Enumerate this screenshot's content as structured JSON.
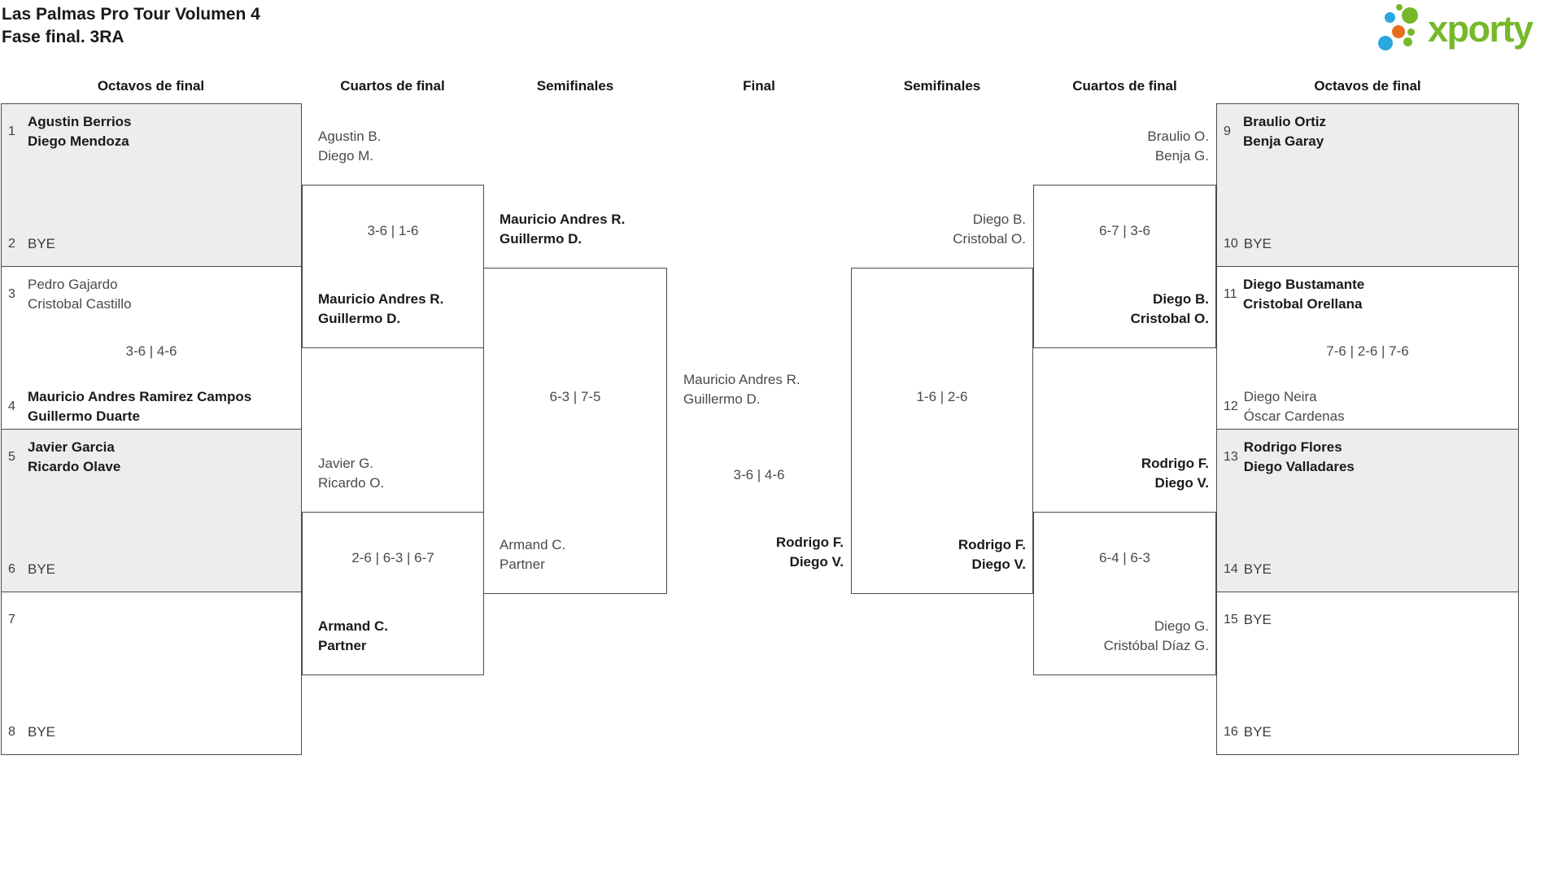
{
  "title": {
    "line1": "Las Palmas Pro Tour Volumen 4",
    "line2": "Fase final. 3RA"
  },
  "logo": {
    "text": "xporty",
    "green": "#76b82a",
    "blue": "#2aa7e0",
    "orange": "#e66f1e"
  },
  "round_headers": [
    "Octavos de final",
    "Cuartos de final",
    "Semifinales",
    "Final",
    "Semifinales",
    "Cuartos de final",
    "Octavos de final"
  ],
  "r16_left": [
    {
      "p1_seed": "1",
      "p1_line1": "Agustin Berrios",
      "p1_line2": "Diego Mendoza",
      "score": "",
      "p2_seed": "2",
      "p2_line1": "BYE",
      "p2_line2": ""
    },
    {
      "p1_seed": "3",
      "p1_line1": "Pedro Gajardo",
      "p1_line2": "Cristobal Castillo",
      "score": "3-6 | 4-6",
      "p2_seed": "4",
      "p2_line1": "Mauricio Andres Ramirez Campos",
      "p2_line2": "Guillermo Duarte"
    },
    {
      "p1_seed": "5",
      "p1_line1": "Javier Garcia",
      "p1_line2": "Ricardo Olave",
      "score": "",
      "p2_seed": "6",
      "p2_line1": "BYE",
      "p2_line2": ""
    },
    {
      "p1_seed": "7",
      "p1_line1": "",
      "p1_line2": "",
      "score": "",
      "p2_seed": "8",
      "p2_line1": "BYE",
      "p2_line2": ""
    }
  ],
  "r16_right": [
    {
      "p1_seed": "9",
      "p1_line1": "Braulio Ortiz",
      "p1_line2": "Benja Garay",
      "score": "",
      "p2_seed": "10",
      "p2_line1": "BYE",
      "p2_line2": ""
    },
    {
      "p1_seed": "11",
      "p1_line1": "Diego Bustamante",
      "p1_line2": "Cristobal Orellana",
      "score": "7-6 | 2-6 | 7-6",
      "p2_seed": "12",
      "p2_line1": "Diego Neira",
      "p2_line2": "Óscar Cardenas"
    },
    {
      "p1_seed": "13",
      "p1_line1": "Rodrigo Flores",
      "p1_line2": "Diego Valladares",
      "score": "",
      "p2_seed": "14",
      "p2_line1": "BYE",
      "p2_line2": ""
    },
    {
      "p1_seed": "15",
      "p1_line1": "BYE",
      "p1_line2": "",
      "score": "",
      "p2_seed": "16",
      "p2_line1": "BYE",
      "p2_line2": ""
    }
  ],
  "qf_left": [
    {
      "p1_line1": "Agustin B.",
      "p1_line2": "Diego M.",
      "score": "3-6 | 1-6",
      "p2_line1": "Mauricio Andres R.",
      "p2_line2": "Guillermo D."
    },
    {
      "p1_line1": "Javier G.",
      "p1_line2": "Ricardo O.",
      "score": "2-6 | 6-3 | 6-7",
      "p2_line1": "Armand C.",
      "p2_line2": "Partner"
    }
  ],
  "qf_right": [
    {
      "p1_line1": "Braulio O.",
      "p1_line2": "Benja G.",
      "score": "6-7 | 3-6",
      "p2_line1": "Diego B.",
      "p2_line2": "Cristobal O."
    },
    {
      "p1_line1": "Rodrigo F.",
      "p1_line2": "Diego V.",
      "score": "6-4 | 6-3",
      "p2_line1": "Diego G.",
      "p2_line2": "Cristóbal Díaz G."
    }
  ],
  "sf_left": {
    "p1_line1": "Mauricio Andres R.",
    "p1_line2": "Guillermo D.",
    "score": "6-3 | 7-5",
    "p2_line1": "Armand C.",
    "p2_line2": "Partner"
  },
  "sf_right": {
    "p1_line1": "Diego B.",
    "p1_line2": "Cristobal O.",
    "score": "1-6 | 2-6",
    "p2_line1": "Rodrigo F.",
    "p2_line2": "Diego V."
  },
  "final": {
    "p1_line1": "Mauricio Andres R.",
    "p1_line2": "Guillermo D.",
    "score": "3-6 | 4-6",
    "p2_line1": "Rodrigo F.",
    "p2_line2": "Diego V."
  }
}
